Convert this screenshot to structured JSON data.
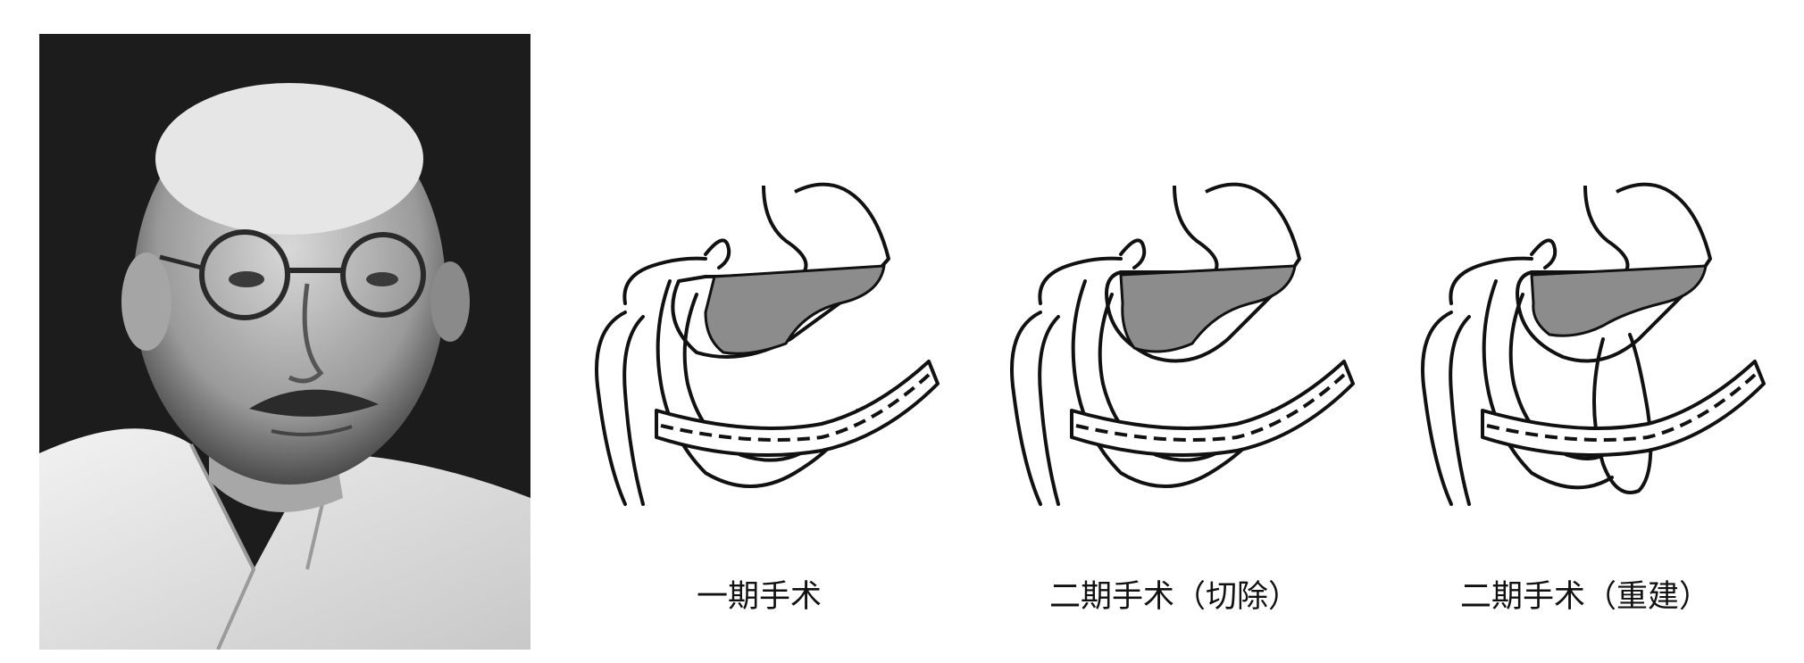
{
  "portrait": {
    "icon": "portrait-photo",
    "tone": "grayscale"
  },
  "stages": [
    {
      "caption": "一期手术"
    },
    {
      "caption": "二期手术（切除）"
    },
    {
      "caption": "二期手术（重建）"
    }
  ],
  "colors": {
    "shade": "#8c8c8c",
    "line": "#111111",
    "background": "#ffffff"
  }
}
